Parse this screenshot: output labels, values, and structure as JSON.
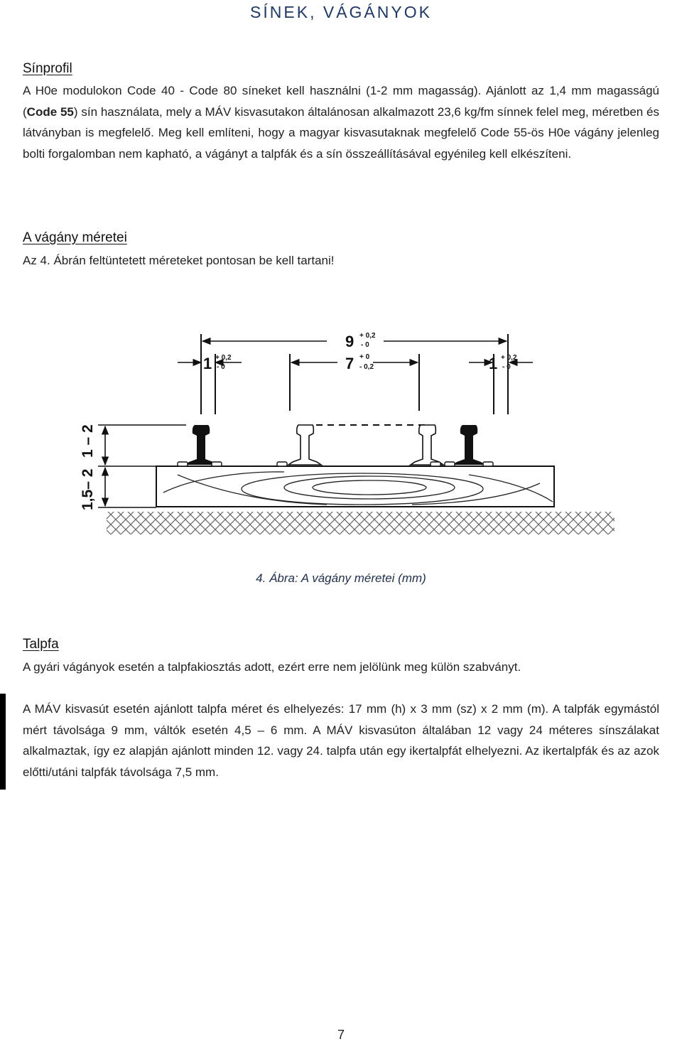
{
  "title": "SÍNEK, VÁGÁNYOK",
  "section_rail": {
    "heading": "Sínprofil",
    "text_before": "A H0e modulokon Code 40 - Code 80 síneket kell használni (1-2 mm magasság). Ajánlott az 1,4 mm magasságú (",
    "text_bold": "Code 55",
    "text_after": ") sín használata, mely a MÁV kisvasutakon általánosan alkalmazott 23,6 kg/fm sínnek felel meg, méretben és látványban is megfelelő. Meg kell említeni, hogy a magyar kisvasutaknak megfelelő Code 55-ös H0e vágány jelenleg bolti forgalomban nem kapható, a vágányt a talpfák és a sín összeállításával egyénileg kell elkészíteni."
  },
  "section_dims": {
    "heading": "A vágány méretei",
    "text": "Az 4. Ábrán feltüntetett méreteket pontosan be kell tartani!"
  },
  "figure": {
    "dim_top_main": "9",
    "dim_top_tol_plus": "+ 0,2",
    "dim_top_tol_minus": "- 0",
    "dim_inner_main": "7",
    "dim_inner_tol_plus": "+ 0",
    "dim_inner_tol_minus": "- 0,2",
    "dim_left_main": "1",
    "dim_left_tol_plus": "+ 0,2",
    "dim_left_tol_minus": "- 0",
    "dim_right_main": "1",
    "dim_right_tol_plus": "+ 0,2",
    "dim_right_tol_minus": "- 0",
    "dim_vertical_rail": "1 – 2",
    "dim_vertical_total": "1,5– 2",
    "caption": "4. Ábra: A vágány méretei (mm)"
  },
  "section_sleeper": {
    "heading": "Talpfa",
    "text1": "A gyári vágányok esetén a talpfakiosztás adott, ezért erre nem jelölünk meg külön szabványt.",
    "text2": "A MÁV kisvasút esetén ajánlott talpfa méret és elhelyezés: 17 mm (h) x 3 mm (sz) x 2 mm (m). A talpfák egymástól mért távolsága 9 mm, váltók esetén 4,5 – 6 mm. A MÁV kisvasúton általában 12 vagy 24 méteres sínszálakat alkalmaztak, így ez alapján ajánlott minden 12. vagy 24. talpfa után egy ikertalpfát elhelyezni. Az ikertalpfák és az azok előtti/utáni talpfák távolsága 7,5 mm."
  },
  "page_number": "7"
}
